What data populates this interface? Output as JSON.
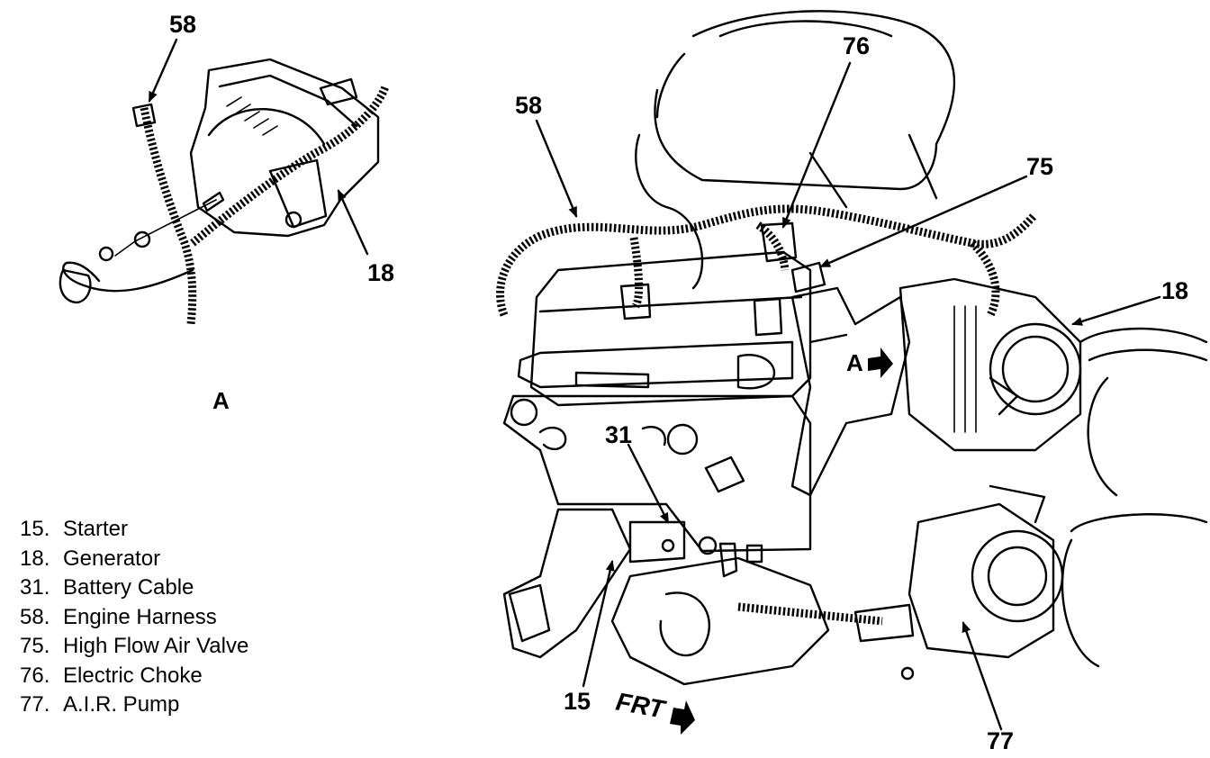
{
  "detail": {
    "label": "A",
    "callouts": {
      "harness": "58",
      "generator": "18"
    }
  },
  "main": {
    "callouts": {
      "harness": "58",
      "electric_choke": "76",
      "air_valve": "75",
      "generator": "18",
      "battery_cable": "31",
      "starter": "15",
      "air_pump": "77"
    },
    "view_marker": "A",
    "front_marker": "FRT"
  },
  "legend": [
    {
      "num": "15.",
      "label": "Starter"
    },
    {
      "num": "18.",
      "label": "Generator"
    },
    {
      "num": "31.",
      "label": "Battery Cable"
    },
    {
      "num": "58.",
      "label": "Engine Harness"
    },
    {
      "num": "75.",
      "label": "High Flow Air Valve"
    },
    {
      "num": "76.",
      "label": "Electric Choke"
    },
    {
      "num": "77.",
      "label": "A.I.R. Pump"
    }
  ]
}
